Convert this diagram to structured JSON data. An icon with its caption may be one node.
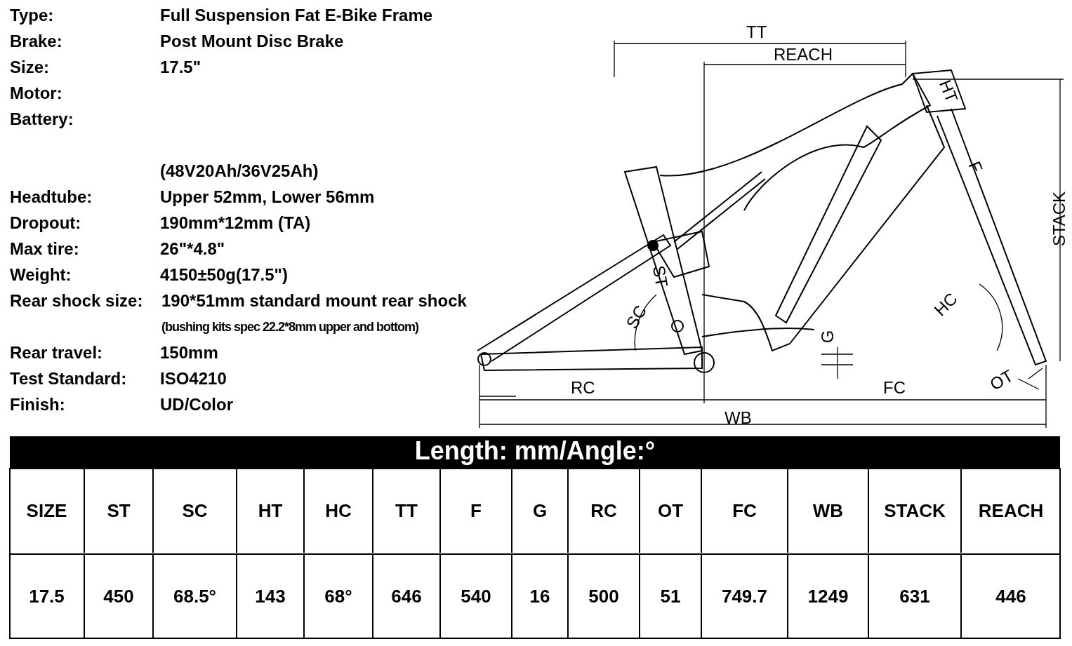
{
  "diagram": {
    "labels": [
      "Type:",
      "Full Suspension Fat E-Bike Frame",
      "Brake:",
      "Post Mount Disc Brake",
      "Size:",
      "17.5\"",
      "Motor:",
      "Battery:",
      "(48V20Ah/36V25Ah)",
      "Headtube:",
      "Upper 52mm, Lower 56mm",
      "Dropout:",
      "190mm*12mm (TA)",
      "Max tire:",
      "26\"*4.8\"",
      "Weight:",
      "4150±50g(17.5\")",
      "Rear shock size:",
      "190*51mm standard mount rear shock",
      "(bushing kits spec 22.2*8mm upper and bottom)",
      "Rear travel:",
      "150mm",
      "Test Standard:",
      "ISO4210",
      "Finish:",
      "UD/Color",
      "TT",
      "REACH",
      "HT",
      "F",
      "STACK",
      "HC",
      "SC",
      "ST",
      "G",
      "OT",
      "RC",
      "FC",
      "WB",
      "Length: mm/Angle:°",
      "SIZE",
      "ST",
      "SC",
      "HT",
      "HC",
      "TT",
      "F",
      "G",
      "RC",
      "OT",
      "FC",
      "WB",
      "STACK",
      "REACH",
      "17.5",
      "450",
      "68.5°",
      "143",
      "68°",
      "646",
      "540",
      "16",
      "500",
      "51",
      "749.7",
      "1249",
      "631",
      "446"
    ]
  }
}
